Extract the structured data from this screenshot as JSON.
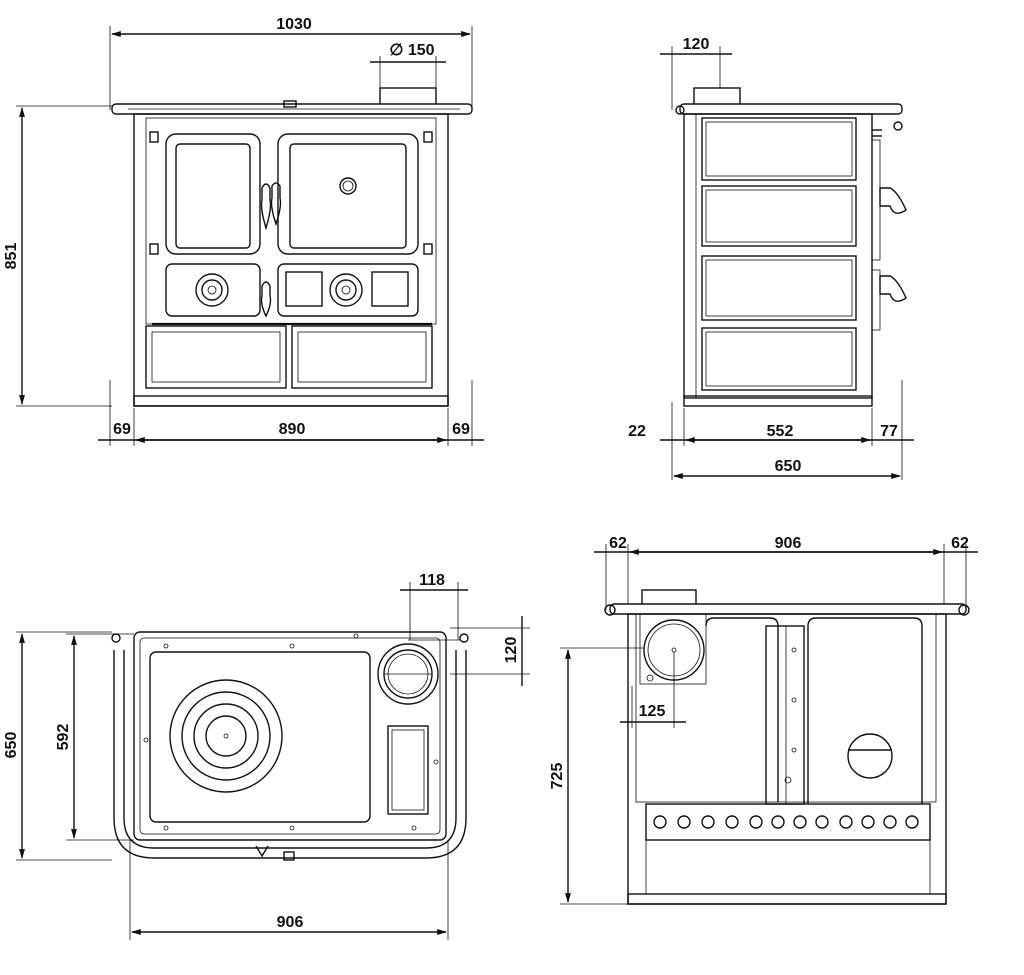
{
  "drawings": {
    "front": {
      "width_total": "1030",
      "flue_diameter": "∅ 150",
      "height": "851",
      "side_left": "69",
      "body_width": "890",
      "side_right": "69"
    },
    "side": {
      "flue_offset": "120",
      "back_offset": "22",
      "body_depth": "552",
      "front_offset": "77",
      "depth_total": "650"
    },
    "top": {
      "flue_offset_x": "118",
      "flue_offset_y": "120",
      "depth_total": "650",
      "depth_body": "592",
      "width": "906"
    },
    "rear": {
      "side_left": "62",
      "width": "906",
      "side_right": "62",
      "flue_offset": "125",
      "flue_height": "725"
    }
  }
}
